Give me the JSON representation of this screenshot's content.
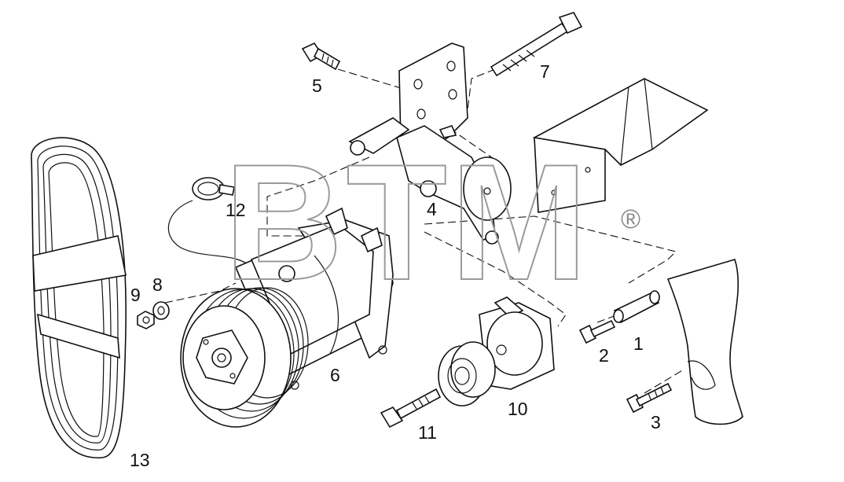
{
  "watermark": {
    "text": "BTM",
    "registered": "®"
  },
  "callouts": [
    {
      "id": "1",
      "text": "1"
    },
    {
      "id": "2",
      "text": "2"
    },
    {
      "id": "3",
      "text": "3"
    },
    {
      "id": "4",
      "text": "4"
    },
    {
      "id": "5",
      "text": "5"
    },
    {
      "id": "6",
      "text": "6"
    },
    {
      "id": "7",
      "text": "7"
    },
    {
      "id": "8",
      "text": "8"
    },
    {
      "id": "9",
      "text": "9"
    },
    {
      "id": "10",
      "text": "10"
    },
    {
      "id": "11",
      "text": "11"
    },
    {
      "id": "12",
      "text": "12"
    },
    {
      "id": "13",
      "text": "13"
    }
  ]
}
